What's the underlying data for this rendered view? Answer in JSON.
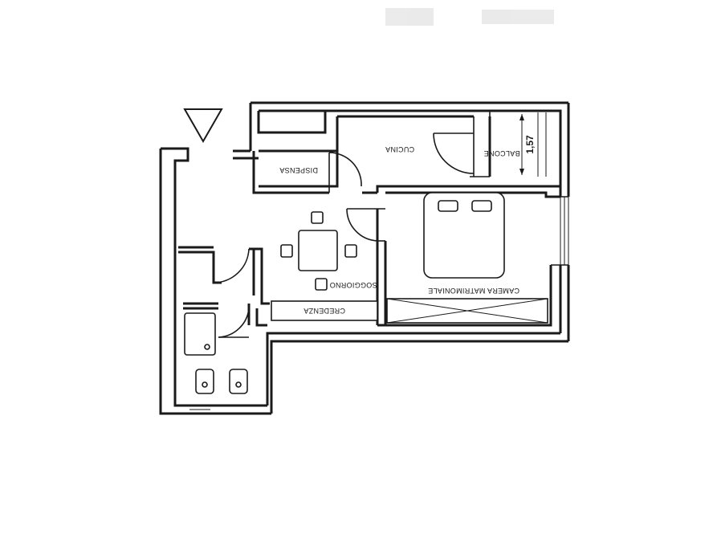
{
  "rooms": {
    "dispensa": "DISPENSA",
    "cucina": "CUCINA",
    "balcone": "BALCONE",
    "soggiorno": "SOGGIORNO",
    "credenza": "CREDENZA",
    "camera": "CAMERA MATRIMONIALE"
  },
  "dimensions": {
    "balcone_depth": "1,57"
  },
  "icons": {
    "entrance": "entrance-triangle-icon"
  }
}
